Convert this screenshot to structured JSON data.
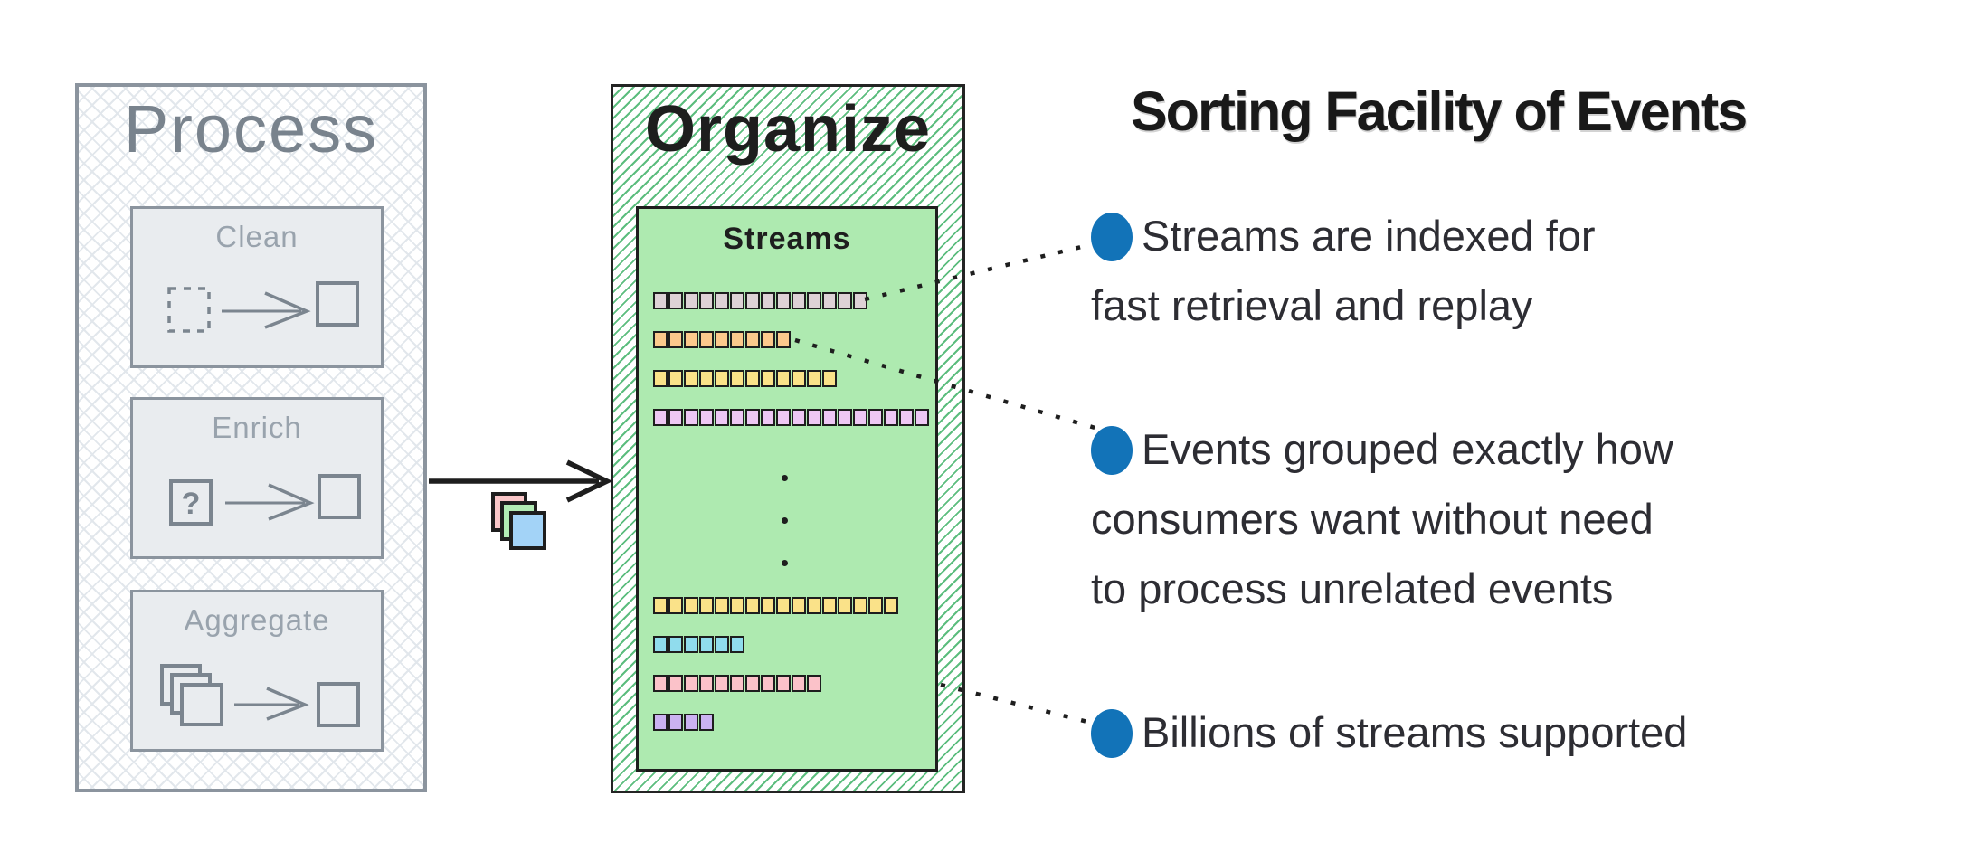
{
  "process_panel": {
    "title": "Process",
    "steps": [
      {
        "label": "Clean"
      },
      {
        "label": "Enrich",
        "icon_text": "?"
      },
      {
        "label": "Aggregate"
      }
    ]
  },
  "flow": {
    "packet_colors": [
      "#f9c6c8",
      "#b2ecb5",
      "#a3d3f7"
    ]
  },
  "organize_panel": {
    "title": "Organize",
    "streams_box": {
      "title": "Streams",
      "rows_top": [
        {
          "name": "stream-row-taupe",
          "count": 14,
          "color": "#ded2d6"
        },
        {
          "name": "stream-row-orange",
          "count": 9,
          "color": "#fbc98c"
        },
        {
          "name": "stream-row-yellow",
          "count": 12,
          "color": "#fae289"
        },
        {
          "name": "stream-row-violet",
          "count": 18,
          "color": "#eec8f4"
        }
      ],
      "ellipsis_dots": 3,
      "rows_bottom": [
        {
          "name": "stream-row-yellow-long",
          "count": 16,
          "color": "#fae289"
        },
        {
          "name": "stream-row-cyan",
          "count": 6,
          "color": "#90dced"
        },
        {
          "name": "stream-row-pink",
          "count": 11,
          "color": "#fbc2c9"
        },
        {
          "name": "stream-row-lavender",
          "count": 4,
          "color": "#cbb2f1"
        }
      ]
    }
  },
  "info_panel": {
    "heading": "Sorting Facility of Events",
    "bullet_color": "#1273b8",
    "bullets": [
      {
        "text": "Streams are indexed for\nfast retrieval and replay"
      },
      {
        "text": "Events grouped exactly how\nconsumers want without need\nto process unrelated events"
      },
      {
        "text": "Billions of streams supported"
      }
    ]
  }
}
